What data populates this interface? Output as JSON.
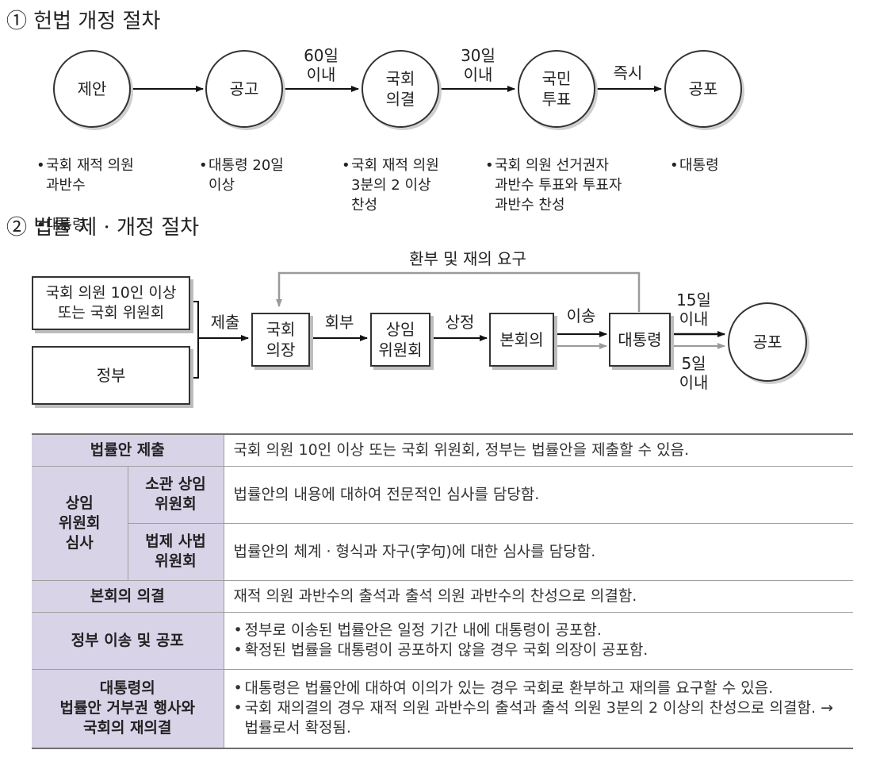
{
  "section1": {
    "title": "① 헌법 개정 절차",
    "nodes": [
      "제안",
      "공고",
      "국회\n의결",
      "국민\n투표",
      "공포"
    ],
    "arrow_labels": [
      "60일\n이내",
      "30일\n이내",
      "즉시"
    ],
    "notes": [
      [
        "국회 재적 의원\n과반수",
        "대통령"
      ],
      [
        "대통령 20일\n이상"
      ],
      [
        "국회 재적 의원\n3분의 2 이상\n찬성"
      ],
      [
        "국회 의원 선거권자\n과반수 투표와 투표자\n과반수 찬성"
      ],
      [
        "대통령"
      ]
    ]
  },
  "section2": {
    "title": "② 법률 제 · 개정 절차",
    "feedback_label": "환부 및 재의 요구",
    "proposer1": "국회 의원 10인 이상\n또는 국회 위원회",
    "proposer2": "정부",
    "submit_label": "제출",
    "speaker": "국회\n의장",
    "refer_label": "회부",
    "committee": "상임\n위원회",
    "present_label": "상정",
    "plenary": "본회의",
    "transfer_label": "이송",
    "president": "대통령",
    "upper_label": "15일\n이내",
    "lower_label": "5일\n이내",
    "promulgation": "공포"
  },
  "table": {
    "submit": {
      "header": "법률안 제출",
      "text": "국회 의원 10인 이상 또는 국회 위원회, 정부는 법률안을 제출할 수 있음."
    },
    "review": {
      "header": "상임\n위원회\n심사",
      "sub1_header": "소관 상임\n위원회",
      "sub1_text": "법률안의 내용에 대하여 전문적인 심사를 담당함.",
      "sub2_header": "법제 사법\n위원회",
      "sub2_text": "법률안의 체계 · 형식과 자구(字句)에 대한 심사를 담당함."
    },
    "plenary": {
      "header": "본회의 의결",
      "text": "재적 의원 과반수의 출석과 출석 의원 과반수의 찬성으로 의결함."
    },
    "transfer": {
      "header": "정부 이송 및 공포",
      "bullets": [
        "정부로 이송된 법률안은 일정 기간 내에 대통령이 공포함.",
        "확정된 법률을 대통령이 공포하지 않을 경우 국회 의장이 공포함."
      ]
    },
    "veto": {
      "header": "대통령의\n법률안 거부권 행사와\n국회의 재의결",
      "bullets": [
        "대통령은 법률안에 대하여 이의가 있는 경우 국회로 환부하고 재의를 요구할 수 있음.",
        "국회 재의결의 경우 재적 의원 과반수의 출석과 출석 의원 3분의 2 이상의 찬성으로 의결함. → 법률로서 확정됨."
      ]
    }
  }
}
